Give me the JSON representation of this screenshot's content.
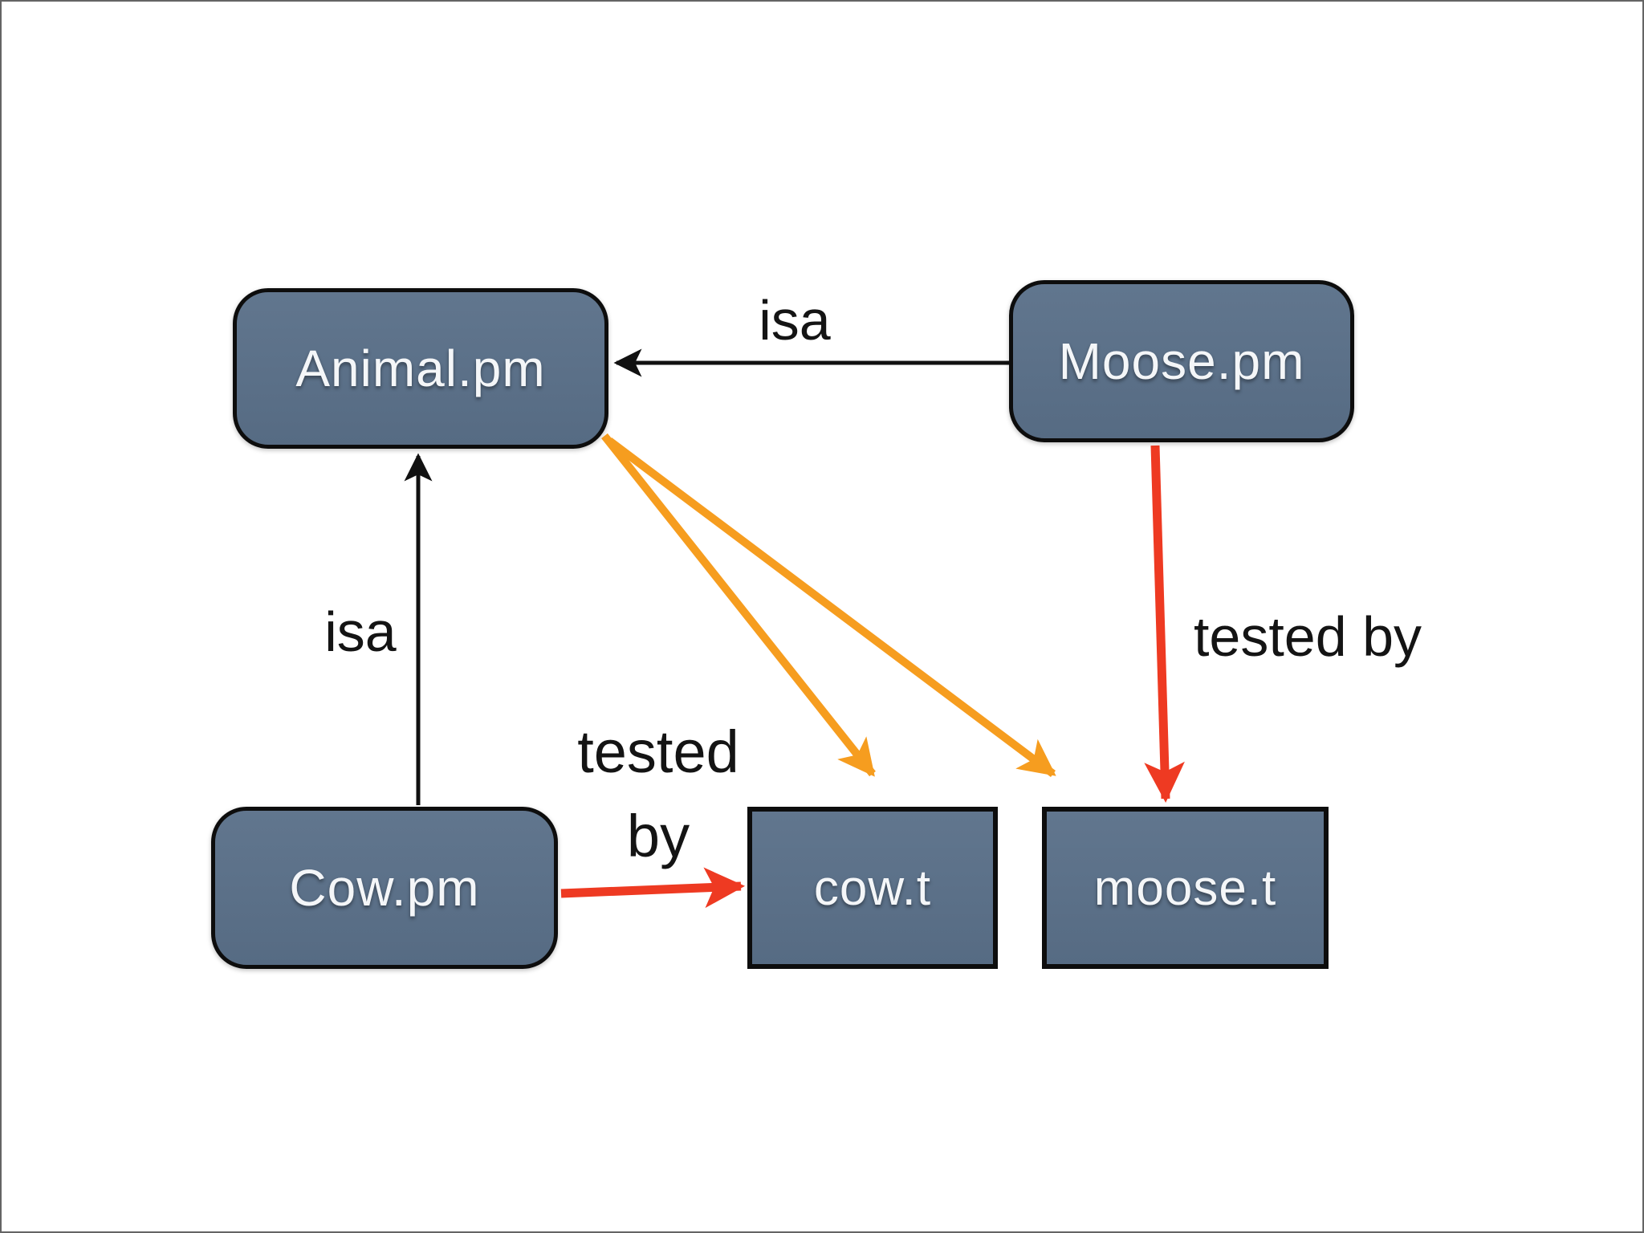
{
  "slide": {
    "nodes": {
      "animal": {
        "label": "Animal.pm"
      },
      "moose": {
        "label": "Moose.pm"
      },
      "cow": {
        "label": "Cow.pm"
      },
      "cow_test": {
        "label": "cow.t"
      },
      "moose_test": {
        "label": "moose.t"
      }
    },
    "edge_labels": {
      "isa_moose_animal": "isa",
      "isa_cow_animal": "isa",
      "tested_by_moose": "tested by",
      "tested_by_cow_line1": "tested",
      "tested_by_cow_line2": "by"
    },
    "edges": [
      {
        "from": "Moose.pm",
        "to": "Animal.pm",
        "label": "isa",
        "color": "#111111"
      },
      {
        "from": "Cow.pm",
        "to": "Animal.pm",
        "label": "isa",
        "color": "#111111"
      },
      {
        "from": "Moose.pm",
        "to": "moose.t",
        "label": "tested by",
        "color": "#ee3a22"
      },
      {
        "from": "Cow.pm",
        "to": "cow.t",
        "label": "tested by",
        "color": "#ee3a22"
      },
      {
        "from": "Animal.pm",
        "to": "cow.t",
        "label": "",
        "color": "#f69d1f"
      },
      {
        "from": "Animal.pm",
        "to": "moose.t",
        "label": "",
        "color": "#f69d1f"
      }
    ],
    "colors": {
      "background": "#ffffff",
      "frame": "#646464",
      "node_fill": "#5b7088",
      "node_border": "#0d0d0d",
      "node_text": "#f4f6f8",
      "label_text": "#141414",
      "arrow_black": "#111111",
      "arrow_red": "#ee3a22",
      "arrow_orange": "#f69d1f"
    }
  }
}
